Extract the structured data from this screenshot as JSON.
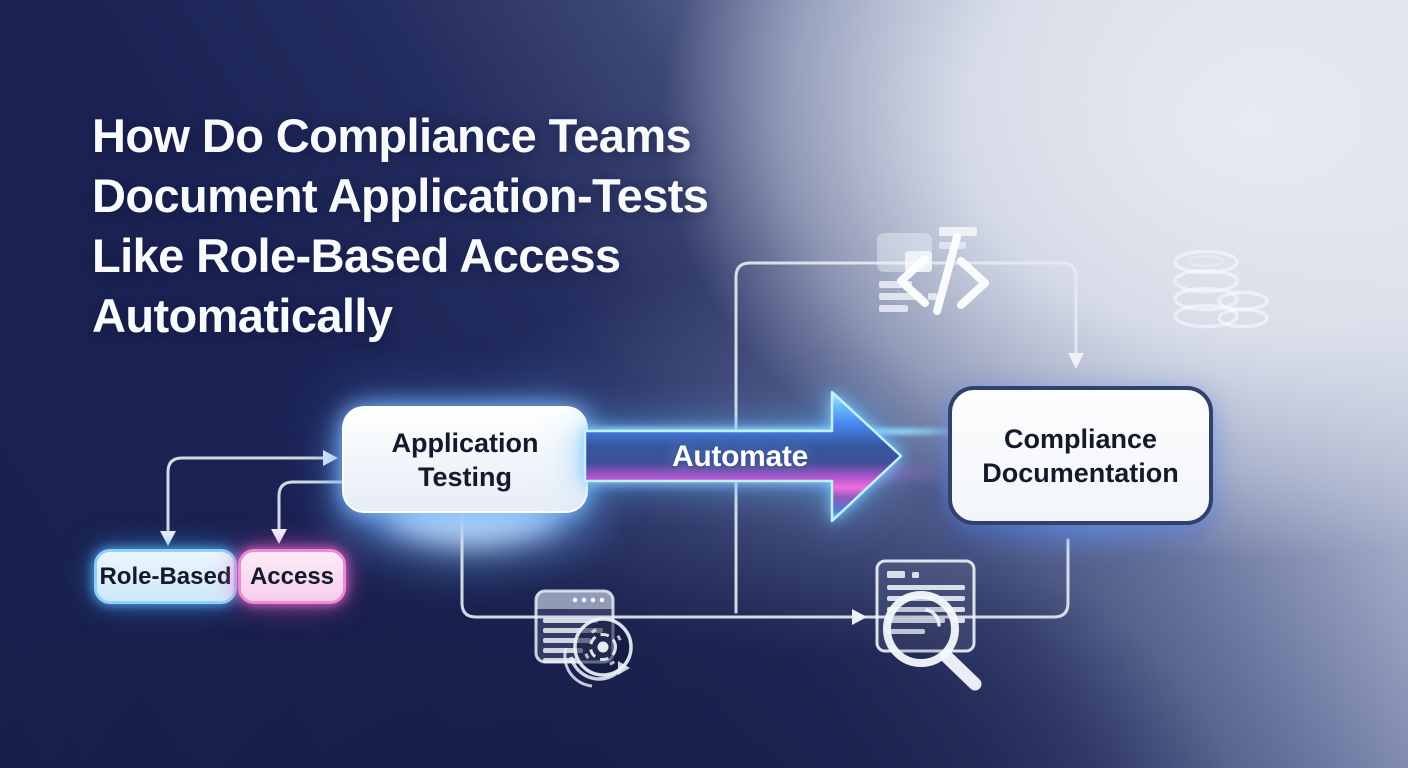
{
  "title": {
    "line1": "How Do Compliance Teams",
    "line2": "Document Application-Tests",
    "line3": "Like Role-Based Access",
    "line4": "Automatically"
  },
  "diagram": {
    "nodes": {
      "application_testing": {
        "line1": "Application",
        "line2": "Testing"
      },
      "compliance_documentation": {
        "line1": "Compliance",
        "line2": "Documentation"
      },
      "role_based": {
        "label": "Role-Based"
      },
      "access": {
        "label": "Access"
      }
    },
    "arrow": {
      "label": "Automate"
    },
    "icons": {
      "code": "code-icon",
      "coins": "coins-icon",
      "browser_scan": "browser-scan-icon",
      "document_search": "document-search-icon"
    }
  },
  "colors": {
    "background_dark_navy": "#1b2356",
    "background_light": "#e3e6ed",
    "background_slate": "#7d8bb0",
    "arrow_blue": "#4a86ee",
    "arrow_magenta": "#ee6ee0",
    "arrow_outline_cyan": "#c2f1ff",
    "role_based_border": "#90d2f6",
    "access_border": "#f08ad5",
    "compliance_border": "#33406b",
    "connector_line": "#e4e9f2",
    "title_text": "#f8fafc",
    "node_text": "#14192b"
  }
}
